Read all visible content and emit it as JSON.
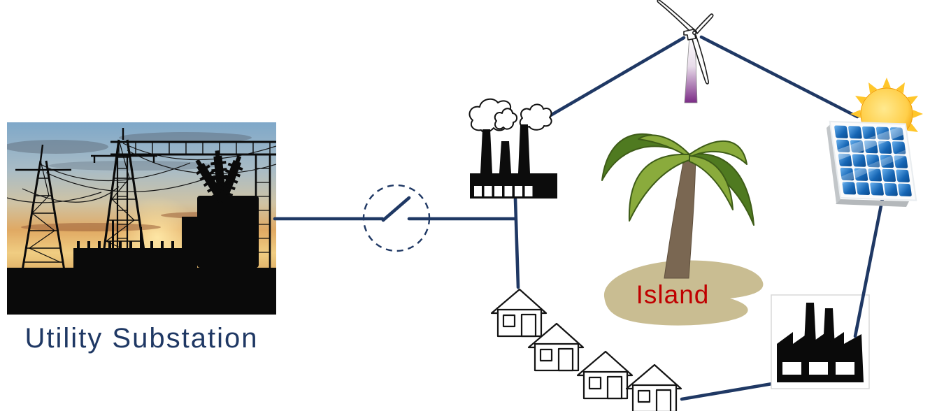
{
  "labels": {
    "utility_substation": "Utility Substation",
    "island": "Island"
  },
  "colors": {
    "connector_navy": "#1f3864",
    "substation_label_navy": "#1f3864",
    "island_label_red": "#c00000",
    "icon_black": "#0c0c0c",
    "palm_green_light": "#8aab3c",
    "palm_green_dark": "#4f7a20",
    "palm_trunk_brown": "#7a6752",
    "sand_tan": "#c9bd92",
    "sun_yellow": "#ffc62a",
    "panel_blue_light": "#6cb3f0",
    "panel_blue_dark": "#0b4a8c",
    "turbine_tower_purple": "#7b2b86"
  },
  "nodes": [
    {
      "id": "utility-substation",
      "kind": "photo-of-substation-at-sunset",
      "label": "Utility Substation"
    },
    {
      "id": "disconnect-switch",
      "kind": "open-switch-symbol-in-dashed-circle",
      "state": "open"
    },
    {
      "id": "power-plant-factory",
      "kind": "factory-with-three-smokestacks-icon"
    },
    {
      "id": "wind-turbine",
      "kind": "wind-turbine-icon"
    },
    {
      "id": "solar-panel",
      "kind": "solar-panel-with-sun-icon"
    },
    {
      "id": "industrial-load-factory",
      "kind": "factory-icon-in-white-box"
    },
    {
      "id": "residential-houses",
      "kind": "house-outline-icons",
      "count": 4
    },
    {
      "id": "island-palm",
      "kind": "palm-tree-on-sand-island",
      "label": "Island"
    }
  ],
  "connections": [
    {
      "from": "utility-substation",
      "to": "disconnect-switch"
    },
    {
      "from": "disconnect-switch",
      "to": "power-plant-factory"
    },
    {
      "from": "power-plant-factory",
      "to": "wind-turbine"
    },
    {
      "from": "wind-turbine",
      "to": "solar-panel"
    },
    {
      "from": "solar-panel",
      "to": "industrial-load-factory"
    },
    {
      "from": "industrial-load-factory",
      "to": "residential-houses"
    },
    {
      "from": "power-plant-factory",
      "to": "residential-houses"
    }
  ]
}
